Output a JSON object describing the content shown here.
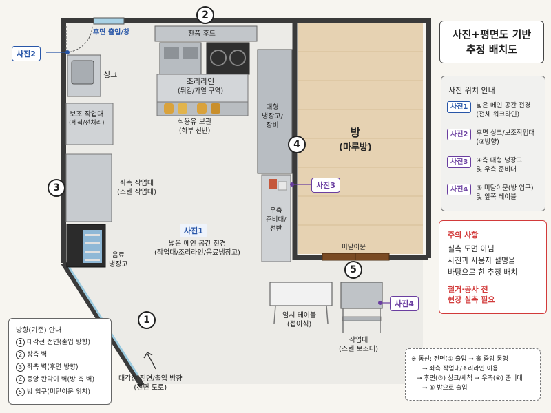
{
  "title": {
    "line1": "사진+평면도 기반",
    "line2": "추정 배치도"
  },
  "room": {
    "name": "방",
    "sub": "(마루방)"
  },
  "labels": {
    "rear_exit": "후면 출입/창",
    "hood": "환풍 후드",
    "cooking_line": "조리라인",
    "cooking_line_sub": "(튀김/가열 구역)",
    "sink": "싱크",
    "aux_table": "보조 작업대",
    "aux_table_sub": "(세척/전처리)",
    "oil_storage": "식용유 보관",
    "oil_storage_sub": "(하부 선반)",
    "big_fridge": "대형\n냉장고/\n장비",
    "right_prep": "우측\n준비대/\n선반",
    "left_table": "좌측 작업대",
    "left_table_sub": "(스텐 작업대)",
    "drink_fridge": "음료\n냉장고",
    "main_space": "넓은 메인 공간 전경",
    "main_space_sub": "(작업대/조리라인/음료냉장고)",
    "sliding_door": "미닫이문",
    "temp_table": "임시 테이블",
    "temp_table_sub": "(접이식)",
    "work_table": "작업대",
    "work_table_sub": "(스텐 보조대)",
    "front_entry": "대각선 전면/출입 방향",
    "front_entry_sub": "(전면 도로)"
  },
  "photos": {
    "p1": "사진1",
    "p2": "사진2",
    "p3": "사진3",
    "p4": "사진4"
  },
  "wall_numbers": [
    "1",
    "2",
    "3",
    "4",
    "5"
  ],
  "photo_guide": {
    "title": "사진 위치 안내",
    "items": [
      {
        "tag": "사진1",
        "line1": "넓은 메인 공간 전경",
        "line2": "(전체 워크라인)"
      },
      {
        "tag": "사진2",
        "line1": "후면 싱크/보조작업대",
        "line2": "(③방향)"
      },
      {
        "tag": "사진3",
        "line1": "④측 대형 냉장고",
        "line2": "및 우측 준비대"
      },
      {
        "tag": "사진4",
        "line1": "⑤ 미닫이문(방 입구)",
        "line2": "및 앞쪽 테이블"
      }
    ]
  },
  "caution": {
    "title": "주의 사항",
    "lines": [
      "실측 도면 아님",
      "사진과 사용자 설명을",
      "바탕으로 한 추정 배치"
    ],
    "red_lines": [
      "철거·공사 전",
      "현장 실측 필요"
    ]
  },
  "direction_guide": {
    "title": "방향(기준) 안내",
    "items": [
      {
        "n": "1",
        "text": "대각선 전면(출입 방향)"
      },
      {
        "n": "2",
        "text": "상측 벽"
      },
      {
        "n": "3",
        "text": "좌측 벽(후면 방향)"
      },
      {
        "n": "4",
        "text": "중앙 칸막이 벽(방 측 벽)"
      },
      {
        "n": "5",
        "text": "방 입구(미닫이문 위치)"
      }
    ]
  },
  "flow": {
    "lines": [
      "※ 동선: 전면(① 출입 → 홀 중앙 통행",
      "→ 좌측 작업대/조리라인 이용",
      "→ 후면(③) 싱크/세척 → 우측(④) 준비대",
      "→ ⑤ 방으로 출입"
    ]
  },
  "colors": {
    "wall": "#3a3a3a",
    "floor": "#ecebe7",
    "room_floor": "#e8d3b4",
    "steel": "#c9cdd1",
    "blue_tag": "#2856a8",
    "purple_tag": "#6a3ea0",
    "caution_red": "#d23a3a",
    "window": "#a9d2e6",
    "door_wood": "#7a4a22"
  }
}
